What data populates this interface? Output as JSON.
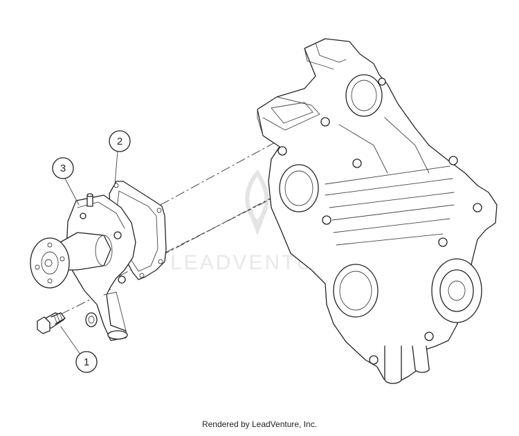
{
  "callouts": [
    {
      "id": "1",
      "label": "1"
    },
    {
      "id": "2",
      "label": "2"
    },
    {
      "id": "3",
      "label": "3"
    }
  ],
  "watermark": "LEADVENTURE",
  "footer": "Rendered by LeadVenture, Inc."
}
